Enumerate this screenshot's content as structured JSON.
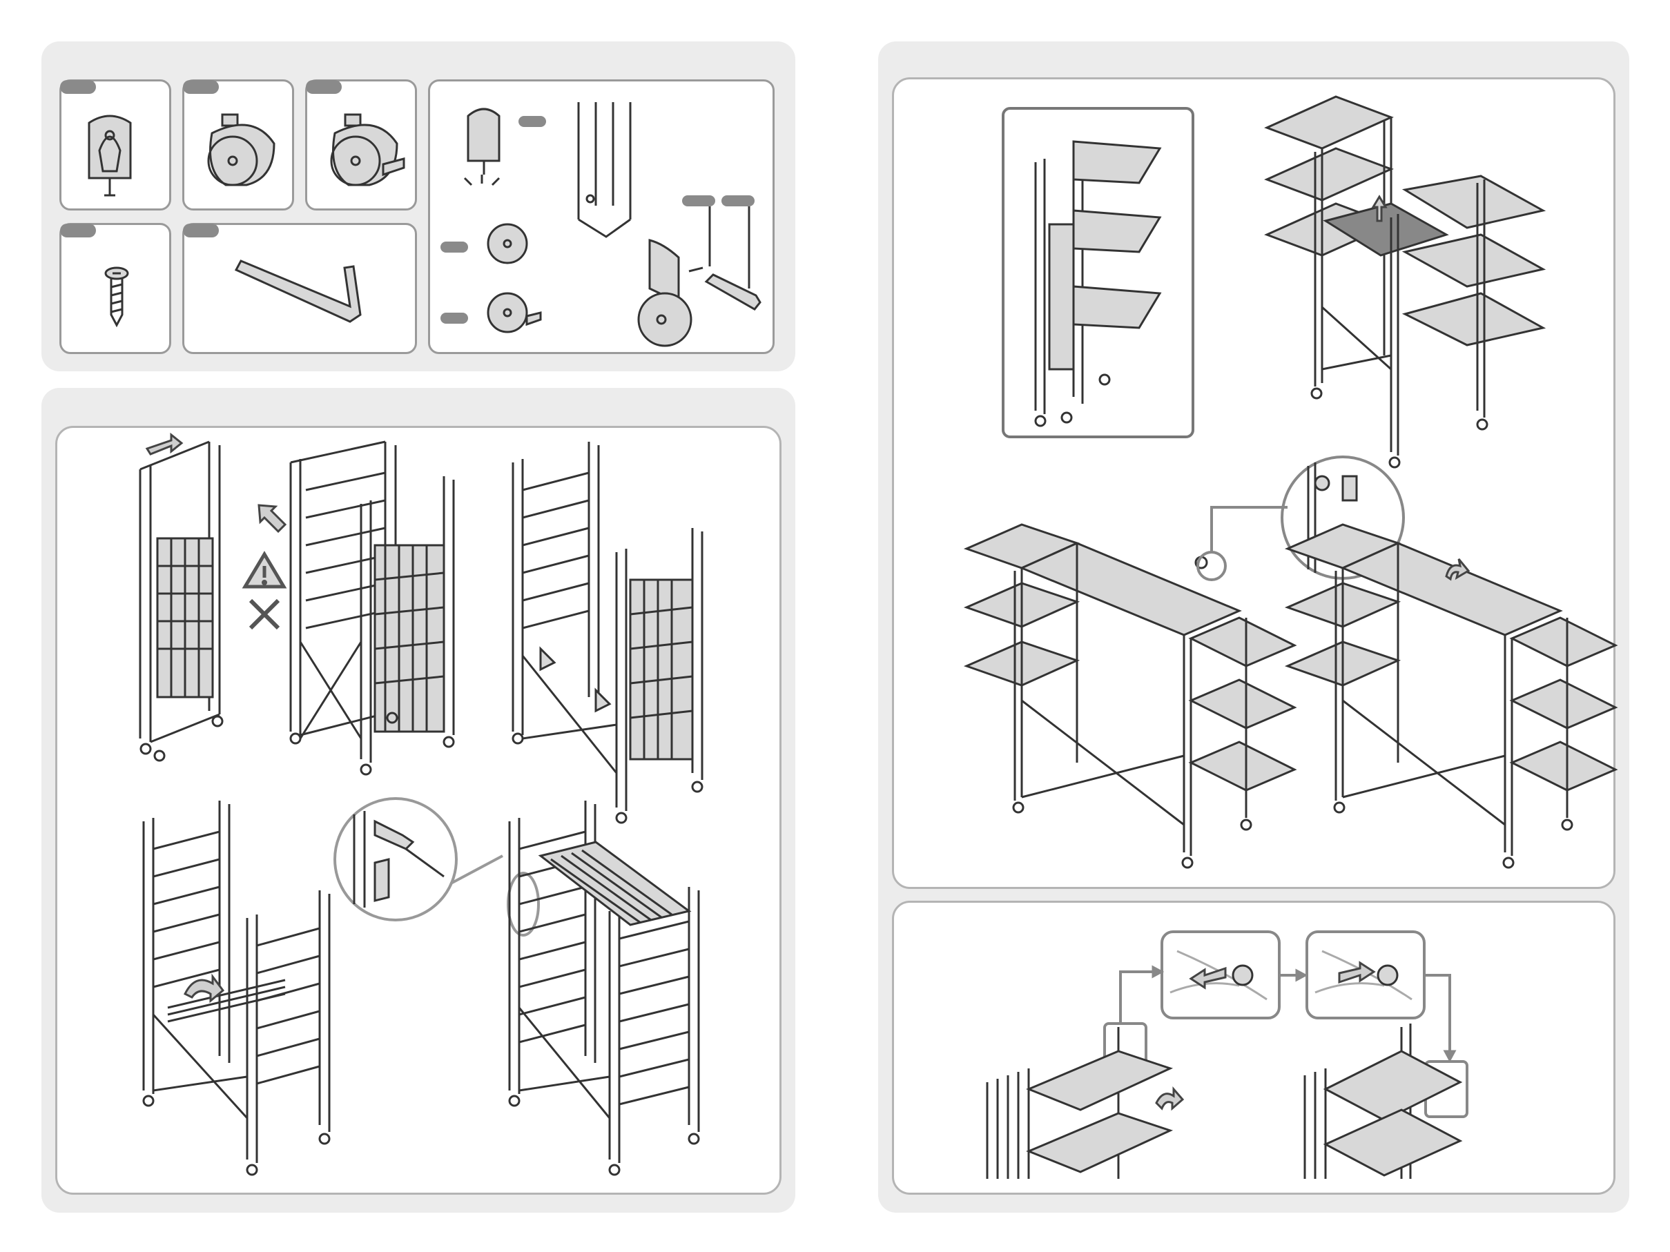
{
  "document": {
    "pages": [
      {
        "id": "left-page",
        "sections": [
          "parts-panel",
          "assembly-panel"
        ]
      },
      {
        "id": "right-page",
        "sections": [
          "unfold-panel",
          "adjust-panel"
        ]
      }
    ]
  },
  "parts": [
    {
      "name": "bracket",
      "icon": "bracket-icon"
    },
    {
      "name": "castor-wheel",
      "icon": "castor-icon"
    },
    {
      "name": "castor-wheel-with-brake",
      "icon": "castor-brake-icon"
    },
    {
      "name": "screw",
      "icon": "screw-icon"
    },
    {
      "name": "allen-key",
      "icon": "allen-key-icon"
    }
  ],
  "colors": {
    "panel_bg": "#ececec",
    "box_border": "#9a9a9a",
    "tag": "#8a8a8a",
    "line": "#333333",
    "warning": "#555555"
  }
}
